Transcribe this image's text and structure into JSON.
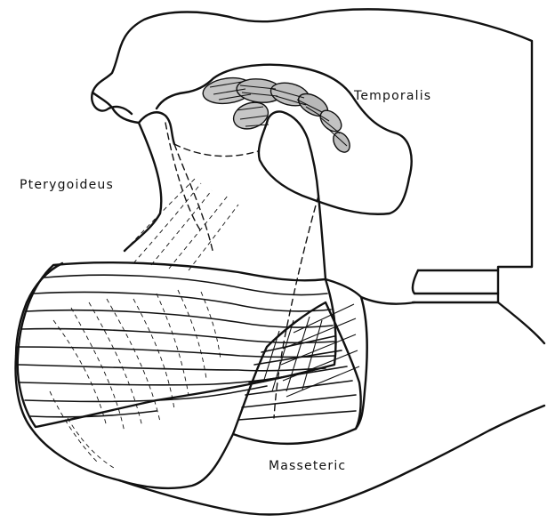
{
  "labels": {
    "temporalis": "Temporalis",
    "pterygoideus": "Pterygoideus",
    "masseteric": "Masseteric"
  },
  "colors": {
    "ink": "#111111",
    "background": "#ffffff",
    "temporalis_fill": "#b8b8b8"
  }
}
